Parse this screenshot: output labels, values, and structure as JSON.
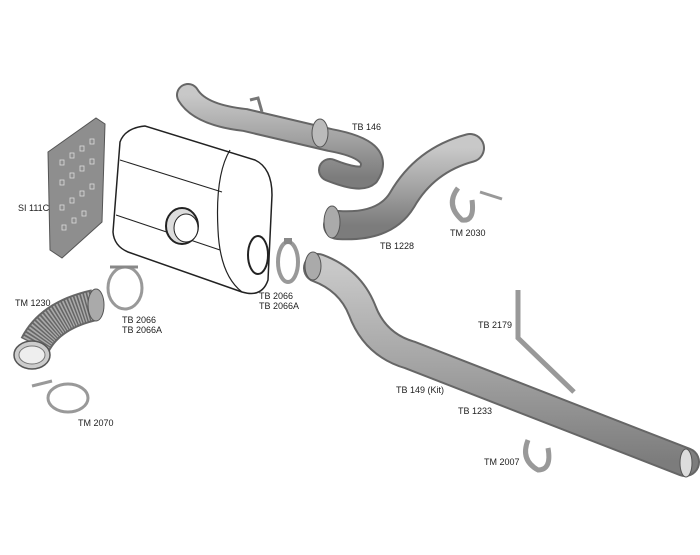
{
  "colors": {
    "part": "#a8a8a8",
    "part_dark": "#7a7a7a",
    "outline": "#222222",
    "label": "#222222"
  },
  "labels": {
    "si111c": "SI 111C",
    "tb146": "TB 146",
    "tb1228": "TB 1228",
    "tm2030": "TM 2030",
    "tb2066_right": "TB 2066",
    "tb2066a_right": "TB 2066A",
    "tb2066_left": "TB 2066",
    "tb2066a_left": "TB 2066A",
    "tm1230": "TM 1230",
    "tm2070": "TM 2070",
    "tb2179": "TB 2179",
    "tb149": "TB 149 (Kit)",
    "tb1233": "TB 1233",
    "tm2007": "TM 2007"
  }
}
